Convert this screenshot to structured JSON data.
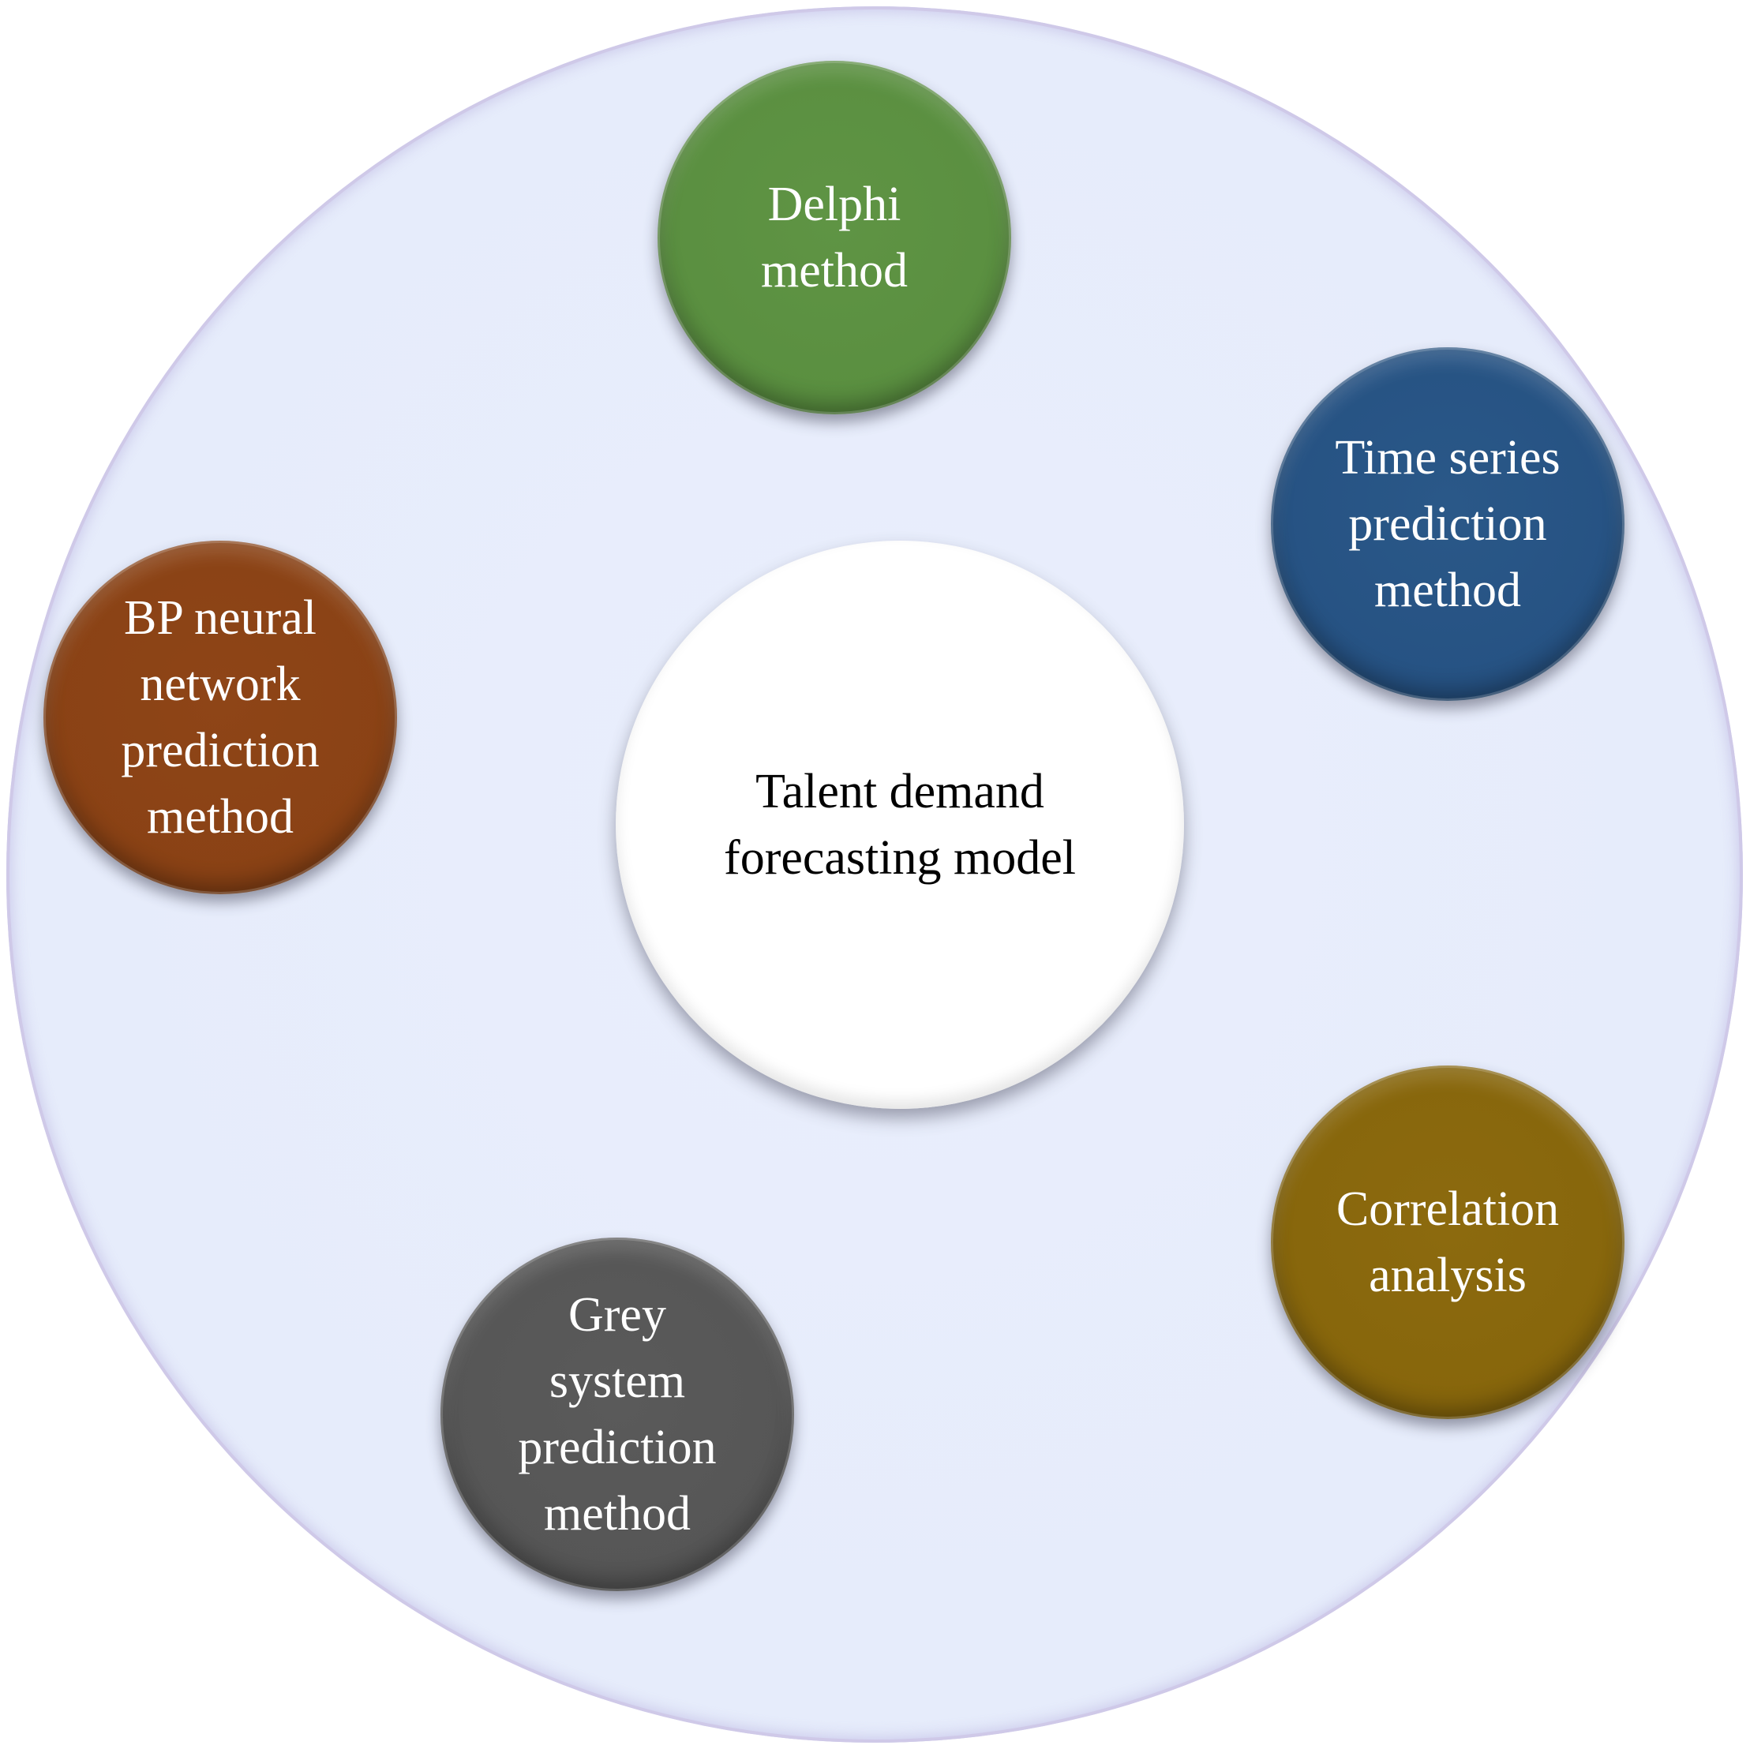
{
  "diagram": {
    "center": {
      "label": "Talent demand\nforecasting model"
    },
    "methods": [
      {
        "id": "delphi",
        "label": "Delphi\nmethod",
        "color": "#5a8f40"
      },
      {
        "id": "time-series",
        "label": "Time series\nprediction\nmethod",
        "color": "#265283"
      },
      {
        "id": "bp-neural",
        "label": "BP neural\nnetwork\nprediction\nmethod",
        "color": "#8a4215"
      },
      {
        "id": "correlation",
        "label": "Correlation\nanalysis",
        "color": "#87660c"
      },
      {
        "id": "grey-system",
        "label": "Grey\nsystem\nprediction\nmethod",
        "color": "#565656"
      }
    ],
    "background_color": "#e6ecfb"
  }
}
